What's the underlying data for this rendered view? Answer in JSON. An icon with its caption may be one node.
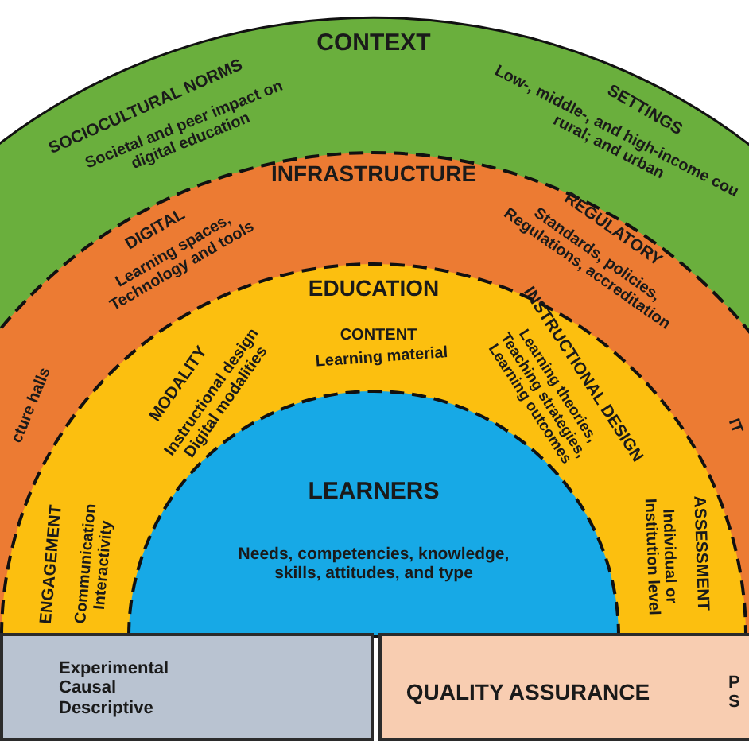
{
  "diagram": {
    "nodes": [
      {
        "text": [
          "CONTEXT",
          "SOCIOCULTURAL NORMS",
          "Societal and peer impact on digital education",
          "SETTINGS",
          "Low-, middle-, and high-income cou rural; and urban"
        ]
      },
      {
        "text": [
          "INFRASTRUCTURE",
          "DIGITAL",
          "Learning spaces, Technology and tools",
          "REGULATORY",
          "Standards, policies, Regulations, accreditation",
          "cture halls",
          "IT"
        ],
        "in": 0
      },
      {
        "text": [
          "EDUCATION",
          "CONTENT",
          "Learning material",
          "MODALITY",
          "Instructional design Digital modalities",
          "INSTRUCTIONAL DESIGN",
          "Learning theories, Teaching strategies, Learning outcomes",
          "ENGAGEMENT",
          "Communication Interactivity",
          "ASSESSMENT",
          "Individual or Institution level"
        ],
        "in": 1
      },
      {
        "text": [
          "LEARNERS",
          "Needs, competencies, knowledge, skills, attitudes, and type"
        ],
        "in": 2
      },
      {
        "text": [
          "Experimental Causal Descriptive"
        ]
      },
      {
        "text": [
          "QUALITY ASSURANCE",
          "P S"
        ]
      }
    ],
    "edges": []
  }
}
